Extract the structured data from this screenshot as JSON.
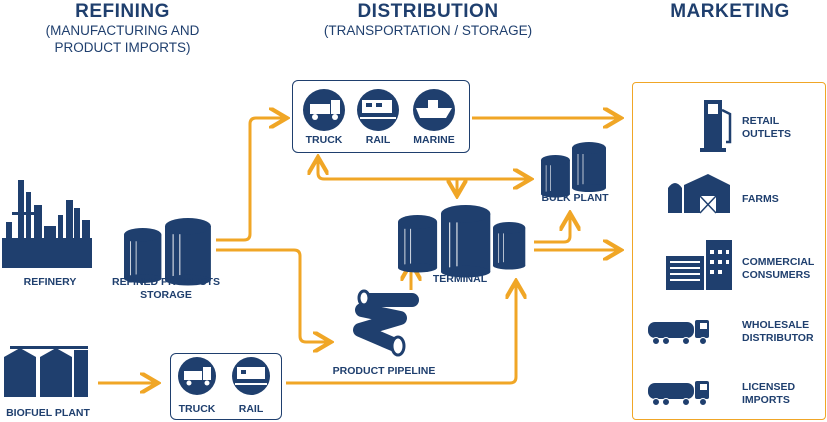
{
  "headers": {
    "refining": {
      "title": "REFINING",
      "sub1": "(MANUFACTURING AND",
      "sub2": "PRODUCT IMPORTS)"
    },
    "distribution": {
      "title": "DISTRIBUTION",
      "sub1": "(TRANSPORTATION / STORAGE)"
    },
    "marketing": {
      "title": "MARKETING"
    }
  },
  "nodes": {
    "refinery": "REFINERY",
    "refined_storage_1": "REFINED PRODUCTS",
    "refined_storage_2": "STORAGE",
    "biofuel_plant": "BIOFUEL PLANT",
    "terminal": "TERMINAL",
    "bulk_plant": "BULK PLANT",
    "product_pipeline": "PRODUCT PIPELINE"
  },
  "transport_top": [
    "TRUCK",
    "RAIL",
    "MARINE"
  ],
  "transport_bottom": [
    "TRUCK",
    "RAIL"
  ],
  "marketing_items": [
    {
      "line1": "RETAIL",
      "line2": "OUTLETS",
      "icon": "fuel-pump-icon"
    },
    {
      "line1": "FARMS",
      "line2": "",
      "icon": "barn-icon"
    },
    {
      "line1": "COMMERCIAL",
      "line2": "CONSUMERS",
      "icon": "buildings-icon"
    },
    {
      "line1": "WHOLESALE",
      "line2": "DISTRIBUTOR",
      "icon": "tanker-truck-icon"
    },
    {
      "line1": "LICENSED",
      "line2": "IMPORTS",
      "icon": "tanker-truck-icon"
    }
  ],
  "colors": {
    "navy": "#1f3f6e",
    "orange": "#f0a626"
  }
}
